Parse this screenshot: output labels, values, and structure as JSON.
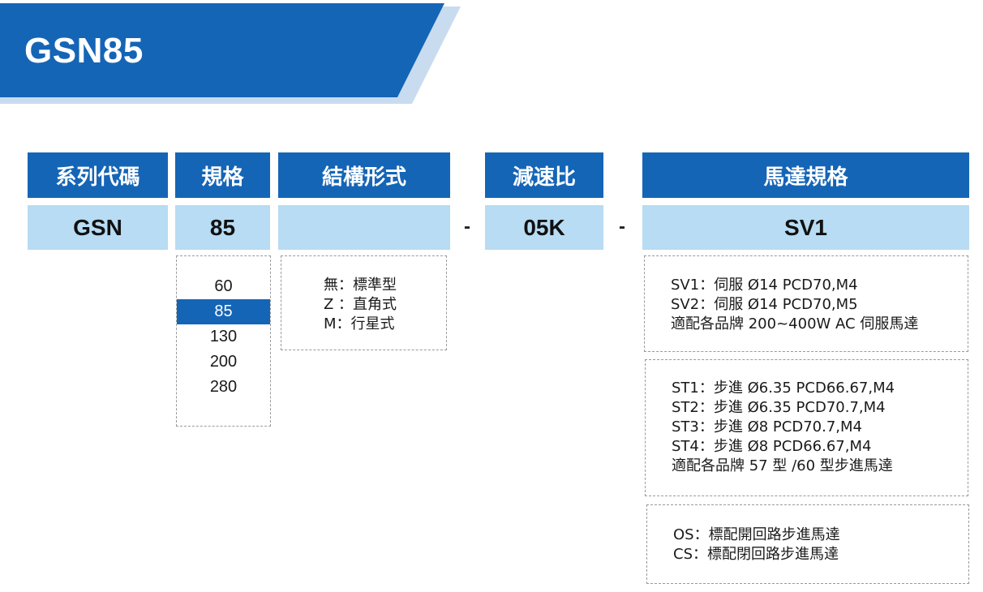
{
  "banner": {
    "title": "GSN85"
  },
  "headers": {
    "series": "系列代碼",
    "size": "規格",
    "structure": "結構形式",
    "ratio": "減速比",
    "motor": "馬達規格"
  },
  "values": {
    "series": "GSN",
    "size": "85",
    "structure": "",
    "ratio": "05K",
    "motor": "SV1"
  },
  "separator": "-",
  "size_options": [
    "60",
    "85",
    "130",
    "200",
    "280"
  ],
  "size_selected": "85",
  "structure_options": [
    "無：標準型",
    "Z ：直角式",
    "M：行星式"
  ],
  "motor_groups": [
    [
      "SV1：伺服 Ø14 PCD70,M4",
      "SV2：伺服 Ø14 PCD70,M5",
      "適配各品牌 200~400W AC 伺服馬達"
    ],
    [
      "ST1：步進 Ø6.35 PCD66.67,M4",
      "ST2：步進 Ø6.35 PCD70.7,M4",
      "ST3：步進 Ø8 PCD70.7,M4",
      "ST4：步進 Ø8 PCD66.67,M4",
      "適配各品牌 57 型 /60 型步進馬達"
    ],
    [
      "OS：標配開回路步進馬達",
      "CS：標配閉回路步進馬達"
    ]
  ],
  "colors": {
    "brand_blue": "#1565b6",
    "light_blue": "#b7dcf3",
    "dash_border": "#9a9a9a"
  }
}
